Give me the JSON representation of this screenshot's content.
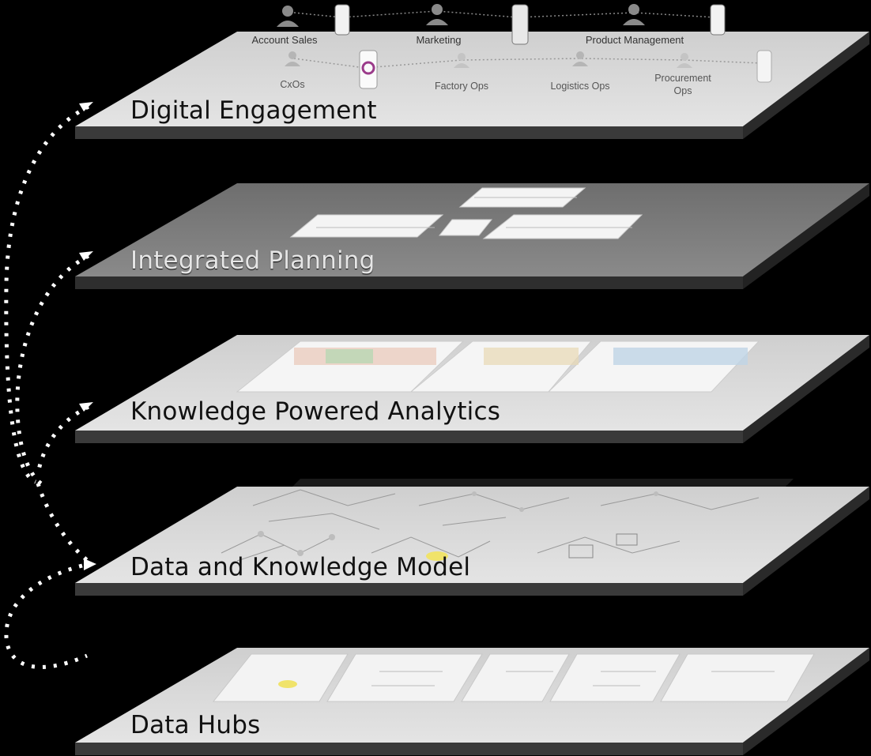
{
  "layers": [
    {
      "id": "digital-engagement",
      "title": "Digital Engagement"
    },
    {
      "id": "integrated-planning",
      "title": "Integrated Planning"
    },
    {
      "id": "knowledge-powered-analytics",
      "title": "Knowledge Powered Analytics"
    },
    {
      "id": "data-and-knowledge-model",
      "title": "Data and Knowledge Model"
    },
    {
      "id": "data-hubs",
      "title": "Data Hubs"
    }
  ],
  "engagement": {
    "roles_top": [
      "Account Sales",
      "Marketing",
      "Product Management"
    ],
    "roles_bottom": [
      "CxOs",
      "Factory Ops",
      "Logistics Ops",
      "Procurement",
      "Ops"
    ]
  },
  "colors": {
    "background": "#000000",
    "plate_light": "#dcdcdc",
    "plate_dark": "#7a7a7a",
    "arrow": "#ffffff"
  }
}
